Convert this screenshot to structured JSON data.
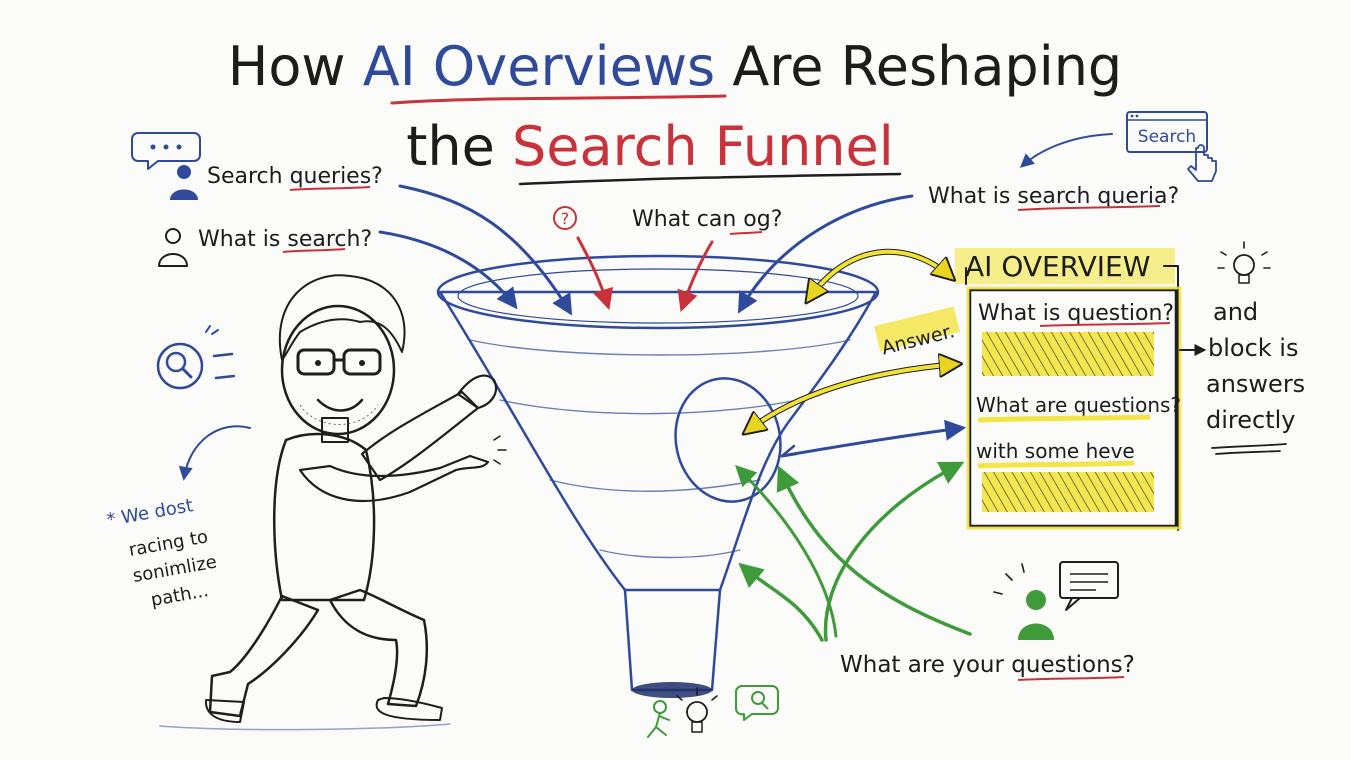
{
  "title": {
    "line1_prefix": "How ",
    "line1_highlight": "AI Overviews",
    "line1_suffix": " Are Reshaping",
    "line2_prefix": "the ",
    "line2_highlight": "Search Funnel"
  },
  "queries": {
    "q1": "Search queries?",
    "q2": "What is search?",
    "q3": "What can og?",
    "q4": "What is search queria?",
    "q5": "What are your questions?",
    "q_mark_badge": "?"
  },
  "search_button": {
    "label": "Search"
  },
  "ai_overview": {
    "header": "AI OVERVIEW",
    "answer_tag": "Answer.",
    "line1": "What is question?",
    "line2": "What are questions?",
    "line3": "with some heve"
  },
  "side_note": {
    "line1": "and",
    "line2": "block is",
    "line3": "answers",
    "line4": "directly"
  },
  "left_note": {
    "line1": "* We dost",
    "line2": "racing to",
    "line3": "sonimlize",
    "line4": "path..."
  },
  "colors": {
    "blue": "#2f4a9b",
    "red": "#c8323a",
    "green": "#3f9a3a",
    "yellow": "#f2e232",
    "ink": "#1e1e1e"
  }
}
